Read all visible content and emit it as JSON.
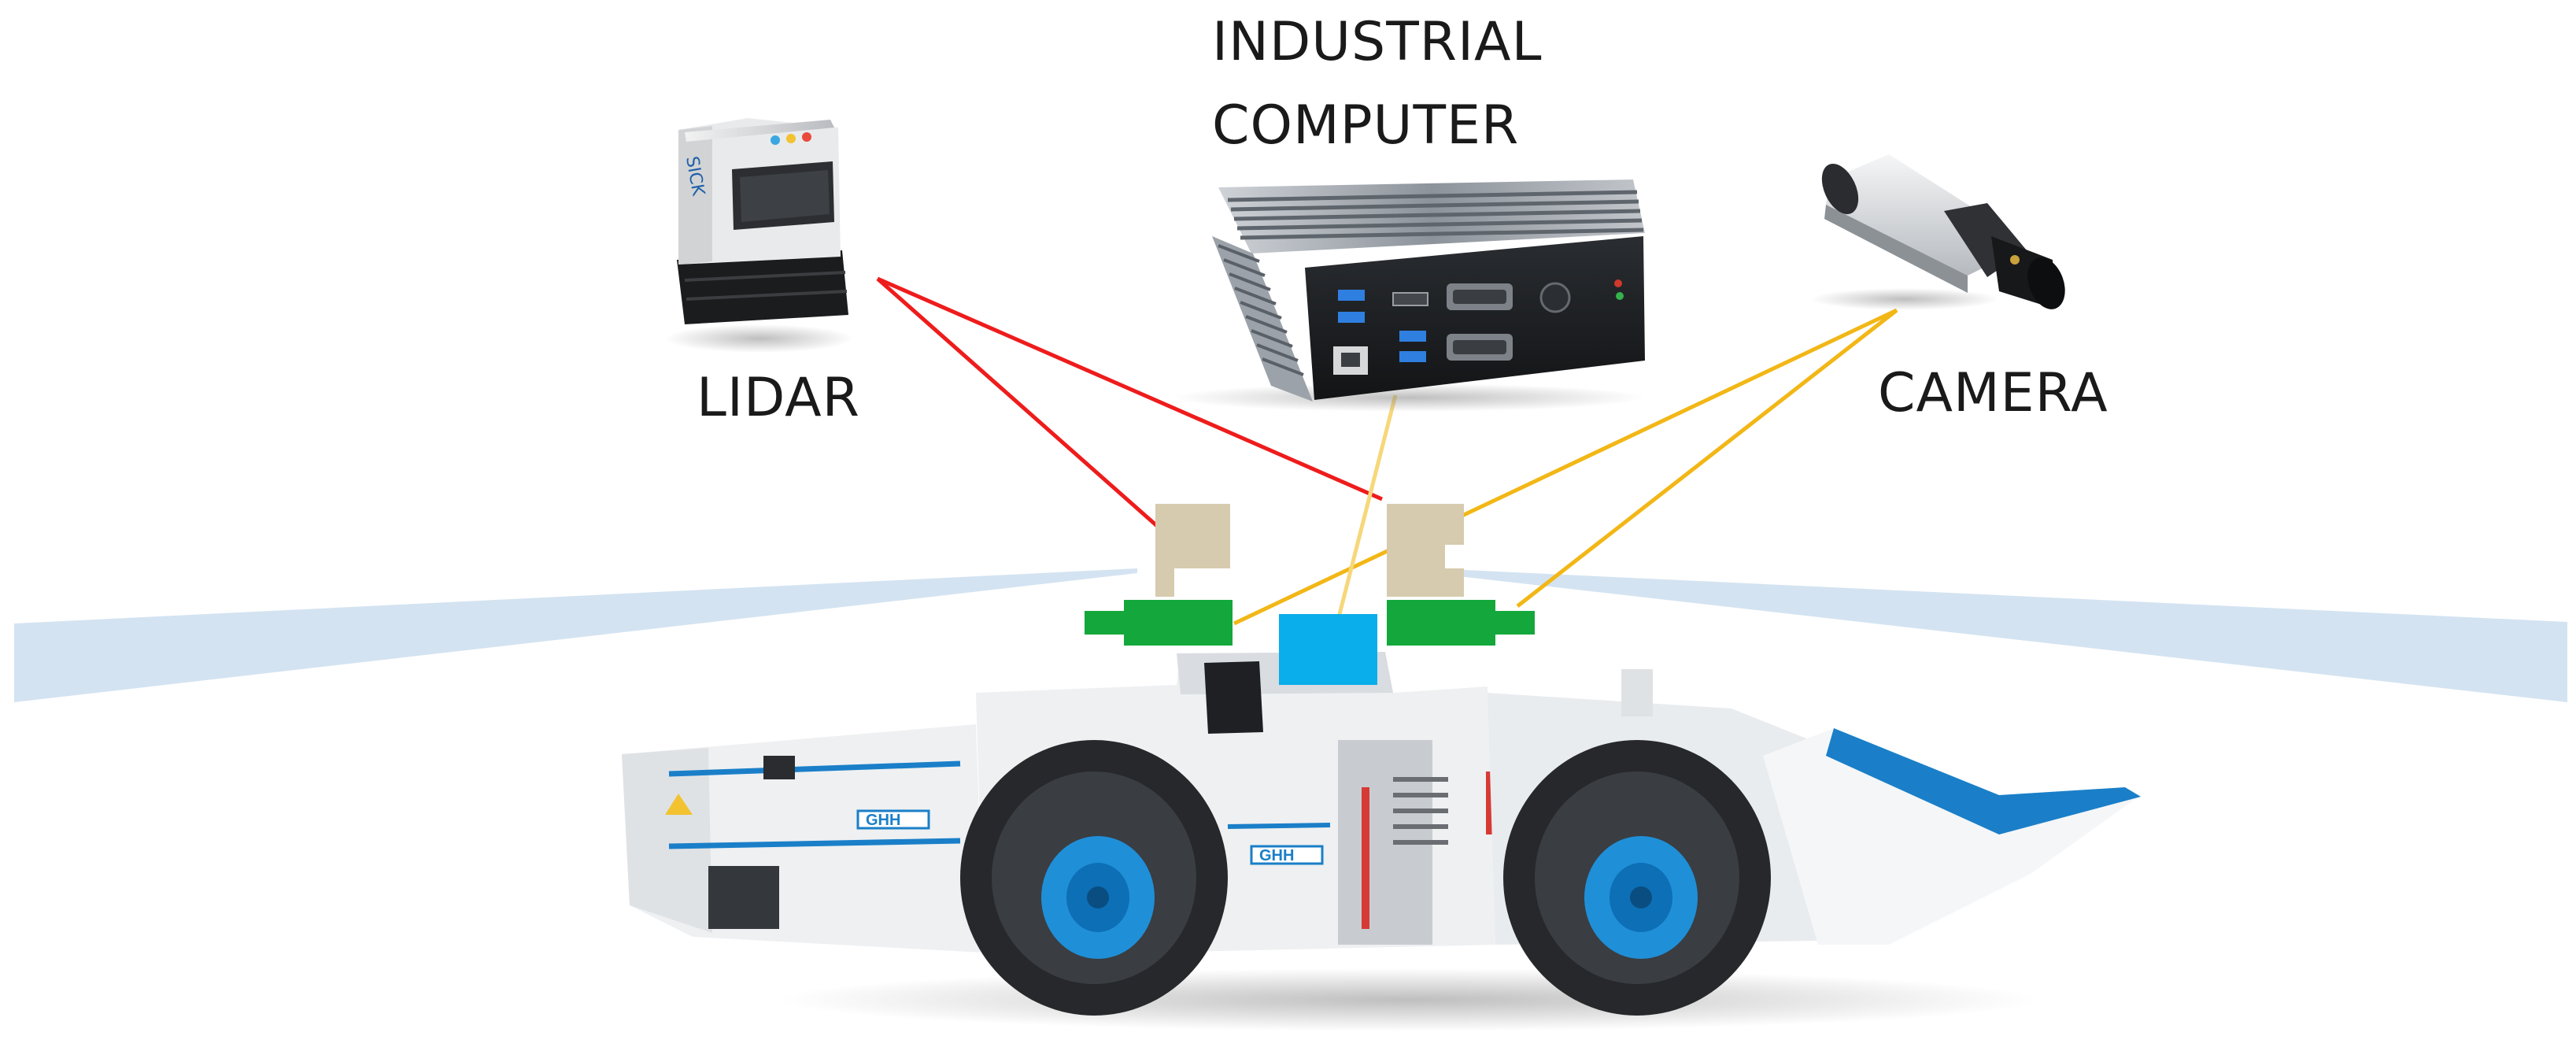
{
  "labels": {
    "lidar": "LIDAR",
    "computer_line1": "INDUSTRIAL",
    "computer_line2": "COMPUTER",
    "camera": "CAMERA"
  },
  "vehicle": {
    "brand_front": "GHH",
    "brand_rear": "GHH"
  },
  "colors": {
    "lidar_link": "#ee1c1c",
    "camera_link": "#f2b716",
    "computer_link": "#f6d77a",
    "lidar_mount": "#d6cbae",
    "camera_mount": "#14a83c",
    "computer_box": "#0aaeea",
    "scan_beam": "#d4e3f1",
    "vehicle_accent": "#1a7fc8"
  },
  "icons": {
    "lidar": "lidar-sensor-icon",
    "computer": "industrial-pc-icon",
    "camera": "camera-icon"
  }
}
